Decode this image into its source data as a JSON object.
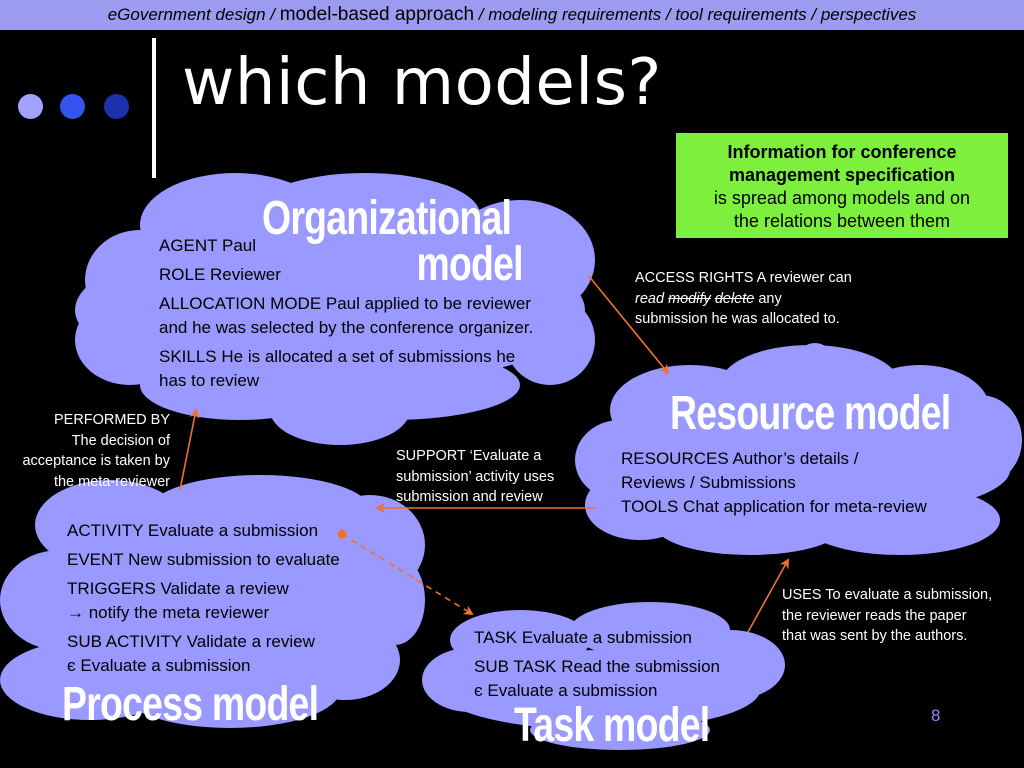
{
  "header": {
    "crumb1": "eGovernment design",
    "sep1": " / ",
    "crumb2": "model-based approach",
    "crumb3": " / modeling requirements / tool requirements / perspectives"
  },
  "title": "which models?",
  "info_box": {
    "line1": "Information for conference",
    "line2": "management specification",
    "line3": "is spread among models and on",
    "line4": "the relations between them"
  },
  "organizational_model": {
    "heading1": "Organizational",
    "heading2": "model",
    "items": [
      {
        "key": "AGENT",
        "text": " Paul"
      },
      {
        "key": "ROLE",
        "text": " Reviewer"
      },
      {
        "key": "ALLOCATION MODE",
        "text": " Paul applied to be reviewer",
        "text2": "and he was selected by the conference organizer."
      },
      {
        "key": "SKILLS",
        "text": " He is allocated a set of submissions he",
        "text2": "has to review"
      }
    ]
  },
  "resource_model": {
    "heading": "Resource model",
    "items": [
      {
        "key": "RESOURCES",
        "text": " Author’s details /",
        "text2": "Reviews / Submissions"
      },
      {
        "key": "TOOLS",
        "text": " Chat application for meta-review"
      }
    ]
  },
  "process_model": {
    "heading": "Process model",
    "items": [
      {
        "key": "ACTIVITY",
        "text": " Evaluate a submission"
      },
      {
        "key": "EVENT",
        "text": " New submission to evaluate"
      },
      {
        "key": "TRIGGERS",
        "text": " Validate a review",
        "text2": "→ notify the meta reviewer"
      },
      {
        "key": "SUB ACTIVITY",
        "text": " Validate a review",
        "text2": "є Evaluate a submission"
      }
    ]
  },
  "task_model": {
    "heading": "Task model",
    "items": [
      {
        "key": "TASK",
        "text": " Evaluate a submission"
      },
      {
        "key": "SUB TASK",
        "text": " Read the submission",
        "text2": "є Evaluate a submission"
      }
    ]
  },
  "relations": {
    "access_rights": {
      "key": "ACCESS RIGHTS",
      "text1": " A reviewer can",
      "read": "read",
      "modify": "modify",
      "delete": "delete",
      "any": " any",
      "text3": "submission he was allocated to."
    },
    "performed_by": {
      "key": "PERFORMED BY",
      "line1": "The decision of",
      "line2": "acceptance is taken by",
      "line3": "the meta-reviewer"
    },
    "support": {
      "key": "SUPPORT",
      "text1": " ‘Evaluate a",
      "line2": "submission’ activity uses",
      "line3": "submission and review"
    },
    "uses": {
      "key": "USES",
      "text1": " To evaluate a submission,",
      "line2": "the reviewer reads the paper",
      "line3": "that was sent by the authors."
    }
  },
  "page_number": "8",
  "colors": {
    "background": "#000000",
    "topbar": "#9b9bf0",
    "cloud": "#9999ff",
    "info_box": "#7cf03c",
    "arrow": "#f07030",
    "dots": [
      "#a3a3ff",
      "#3355ee",
      "#1a33aa"
    ]
  },
  "icons": [
    "dot-decoration-icon",
    "arrow-icon"
  ]
}
